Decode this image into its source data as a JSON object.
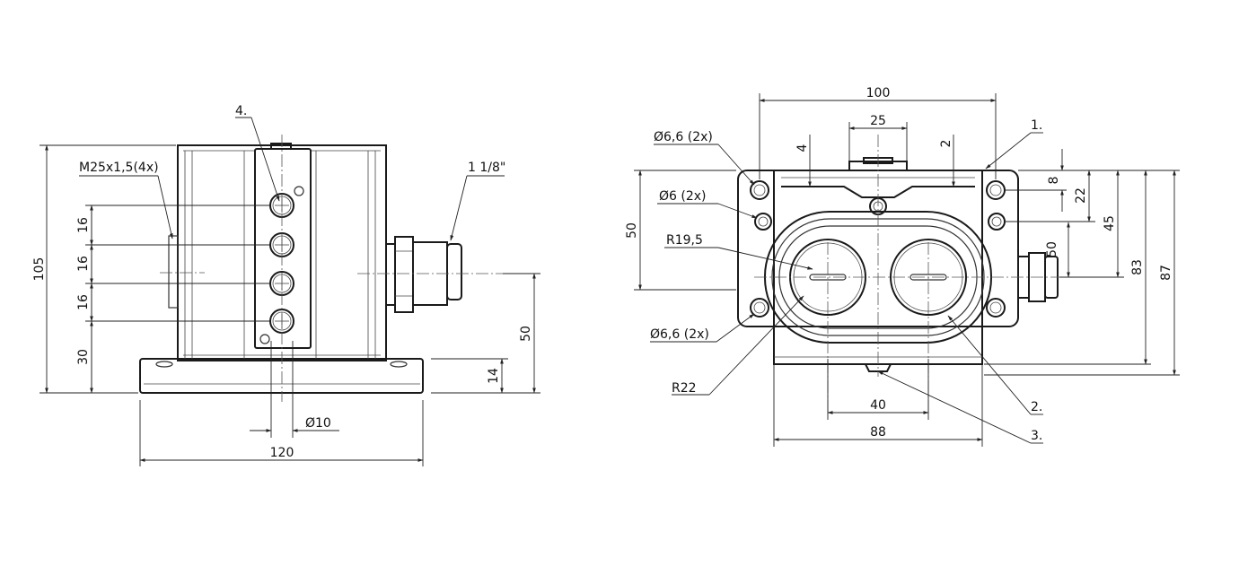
{
  "left_view": {
    "dims": {
      "height_total": "105",
      "hole_spacing_1": "16",
      "hole_spacing_2": "16",
      "hole_spacing_3": "16",
      "bottom_offset": "30",
      "thread": "M25x1,5(4x)",
      "callout_4": "4.",
      "conduit": "1 1/8\"",
      "axis_height": "50",
      "base_height": "14",
      "diameter_10": "Ø10",
      "base_width": "120"
    }
  },
  "right_view": {
    "dims": {
      "width_100": "100",
      "width_25": "25",
      "hole_66_top": "Ø6,6 (2x)",
      "hole_6": "Ø6 (2x)",
      "radius_195": "R19,5",
      "hole_66_bottom": "Ø6,6 (2x)",
      "radius_22": "R22",
      "dim_4": "4",
      "dim_2": "2",
      "dim_50_left": "50",
      "dim_8": "8",
      "dim_22": "22",
      "dim_45": "45",
      "dim_50_right": "50",
      "dim_83": "83",
      "dim_87": "87",
      "width_40": "40",
      "width_88": "88",
      "callout_1": "1.",
      "callout_2": "2.",
      "callout_3": "3."
    }
  }
}
